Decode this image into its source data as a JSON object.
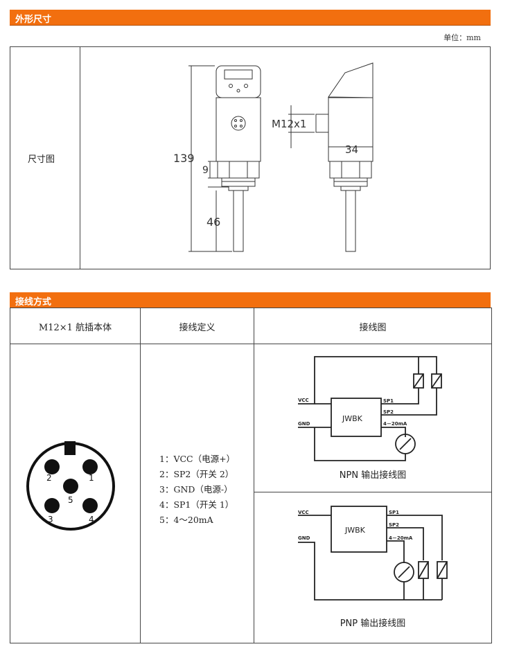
{
  "section1": {
    "title": "外形尺寸",
    "unit": "单位：mm",
    "row_label": "尺寸图",
    "dims": {
      "total": "139",
      "thread_h": "9",
      "probe": "46",
      "connector": "M12x1",
      "width": "34"
    }
  },
  "section2": {
    "title": "接线方式",
    "headers": [
      "M12×1 航插本体",
      "接线定义",
      "接线图"
    ],
    "pins": [
      "2",
      "1",
      "5",
      "3",
      "4"
    ],
    "definitions": [
      "1：VCC（电源+）",
      "2：SP2（开关 2）",
      "3：GND（电源-）",
      "4：SP1（开关 1）",
      "5：4～20mA"
    ],
    "npn": {
      "caption": "NPN 输出接线图",
      "device": "JWBK",
      "vcc": "VCC",
      "gnd": "GND",
      "sp1": "SP1",
      "sp2": "SP2",
      "current": "4－20mA"
    },
    "pnp": {
      "caption": "PNP 输出接线图",
      "device": "JWBK",
      "vcc": "VCC",
      "gnd": "GND",
      "sp1": "SP1",
      "sp2": "SP2",
      "current": "4－20mA"
    }
  }
}
